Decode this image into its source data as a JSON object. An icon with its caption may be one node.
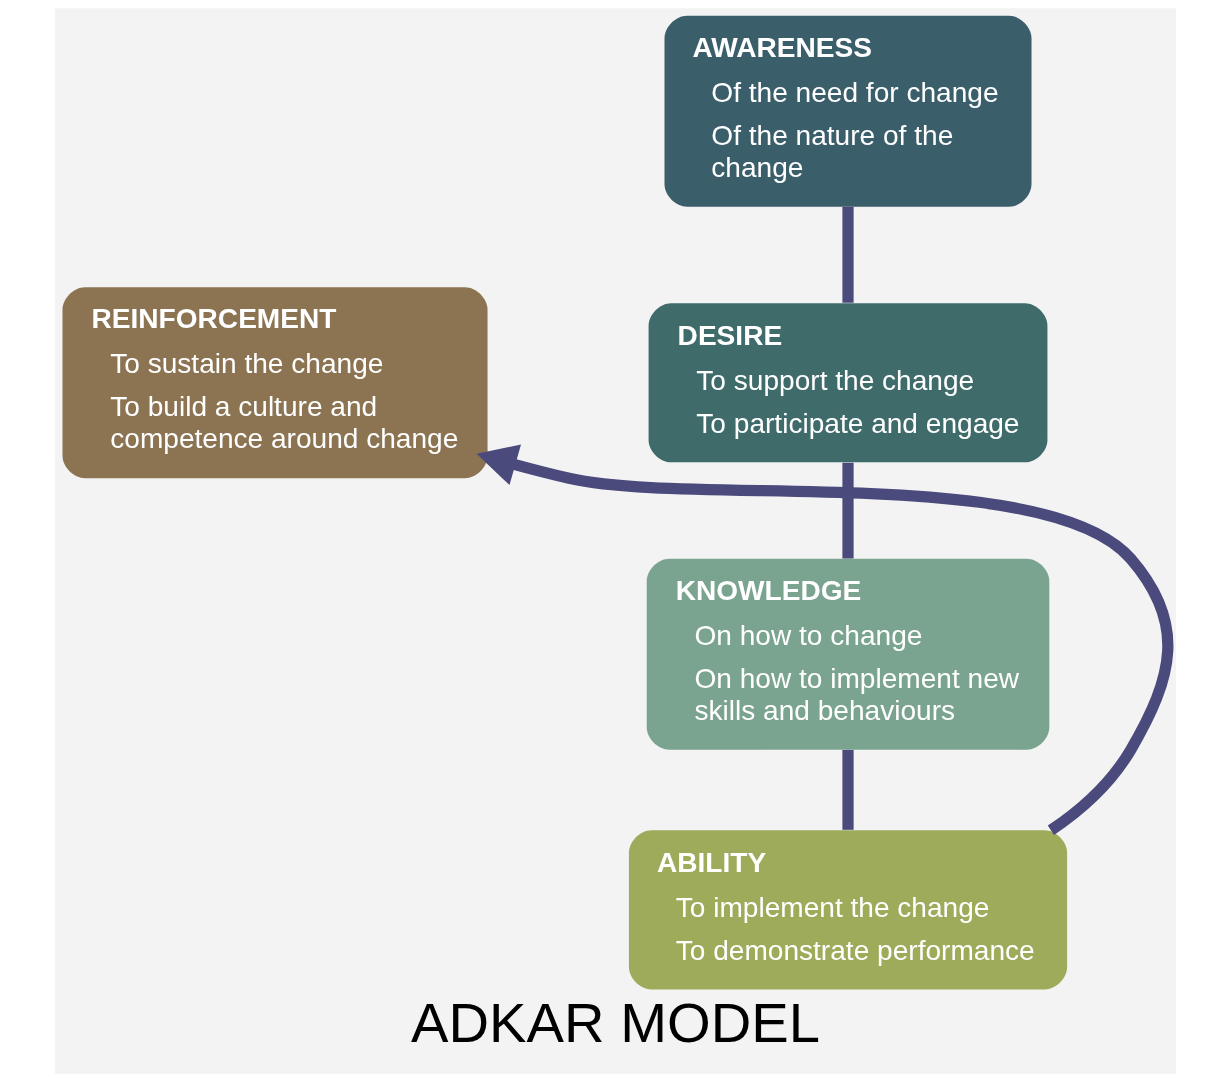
{
  "diagram": {
    "title": "ADKAR MODEL",
    "nodes": [
      {
        "text": [
          "AWARENESS",
          "Of the need for change",
          "Of the nature of the change"
        ]
      },
      {
        "text": [
          "DESIRE",
          "To support the change",
          "To participate and engage"
        ]
      },
      {
        "text": [
          "KNOWLEDGE",
          "On how to change",
          "On how to implement new skills and behaviours"
        ]
      },
      {
        "text": [
          "ABILITY",
          "To implement the change",
          "To demonstrate performance"
        ]
      },
      {
        "text": [
          "REINFORCEMENT",
          "To sustain the change",
          "To build a culture and competence around change"
        ]
      }
    ],
    "edges": [
      {
        "from": 0,
        "to": 1,
        "arrow": "none"
      },
      {
        "from": 1,
        "to": 2,
        "arrow": "none"
      },
      {
        "from": 2,
        "to": 3,
        "arrow": "none"
      },
      {
        "from": 3,
        "to": 4,
        "arrow": "to"
      }
    ]
  }
}
